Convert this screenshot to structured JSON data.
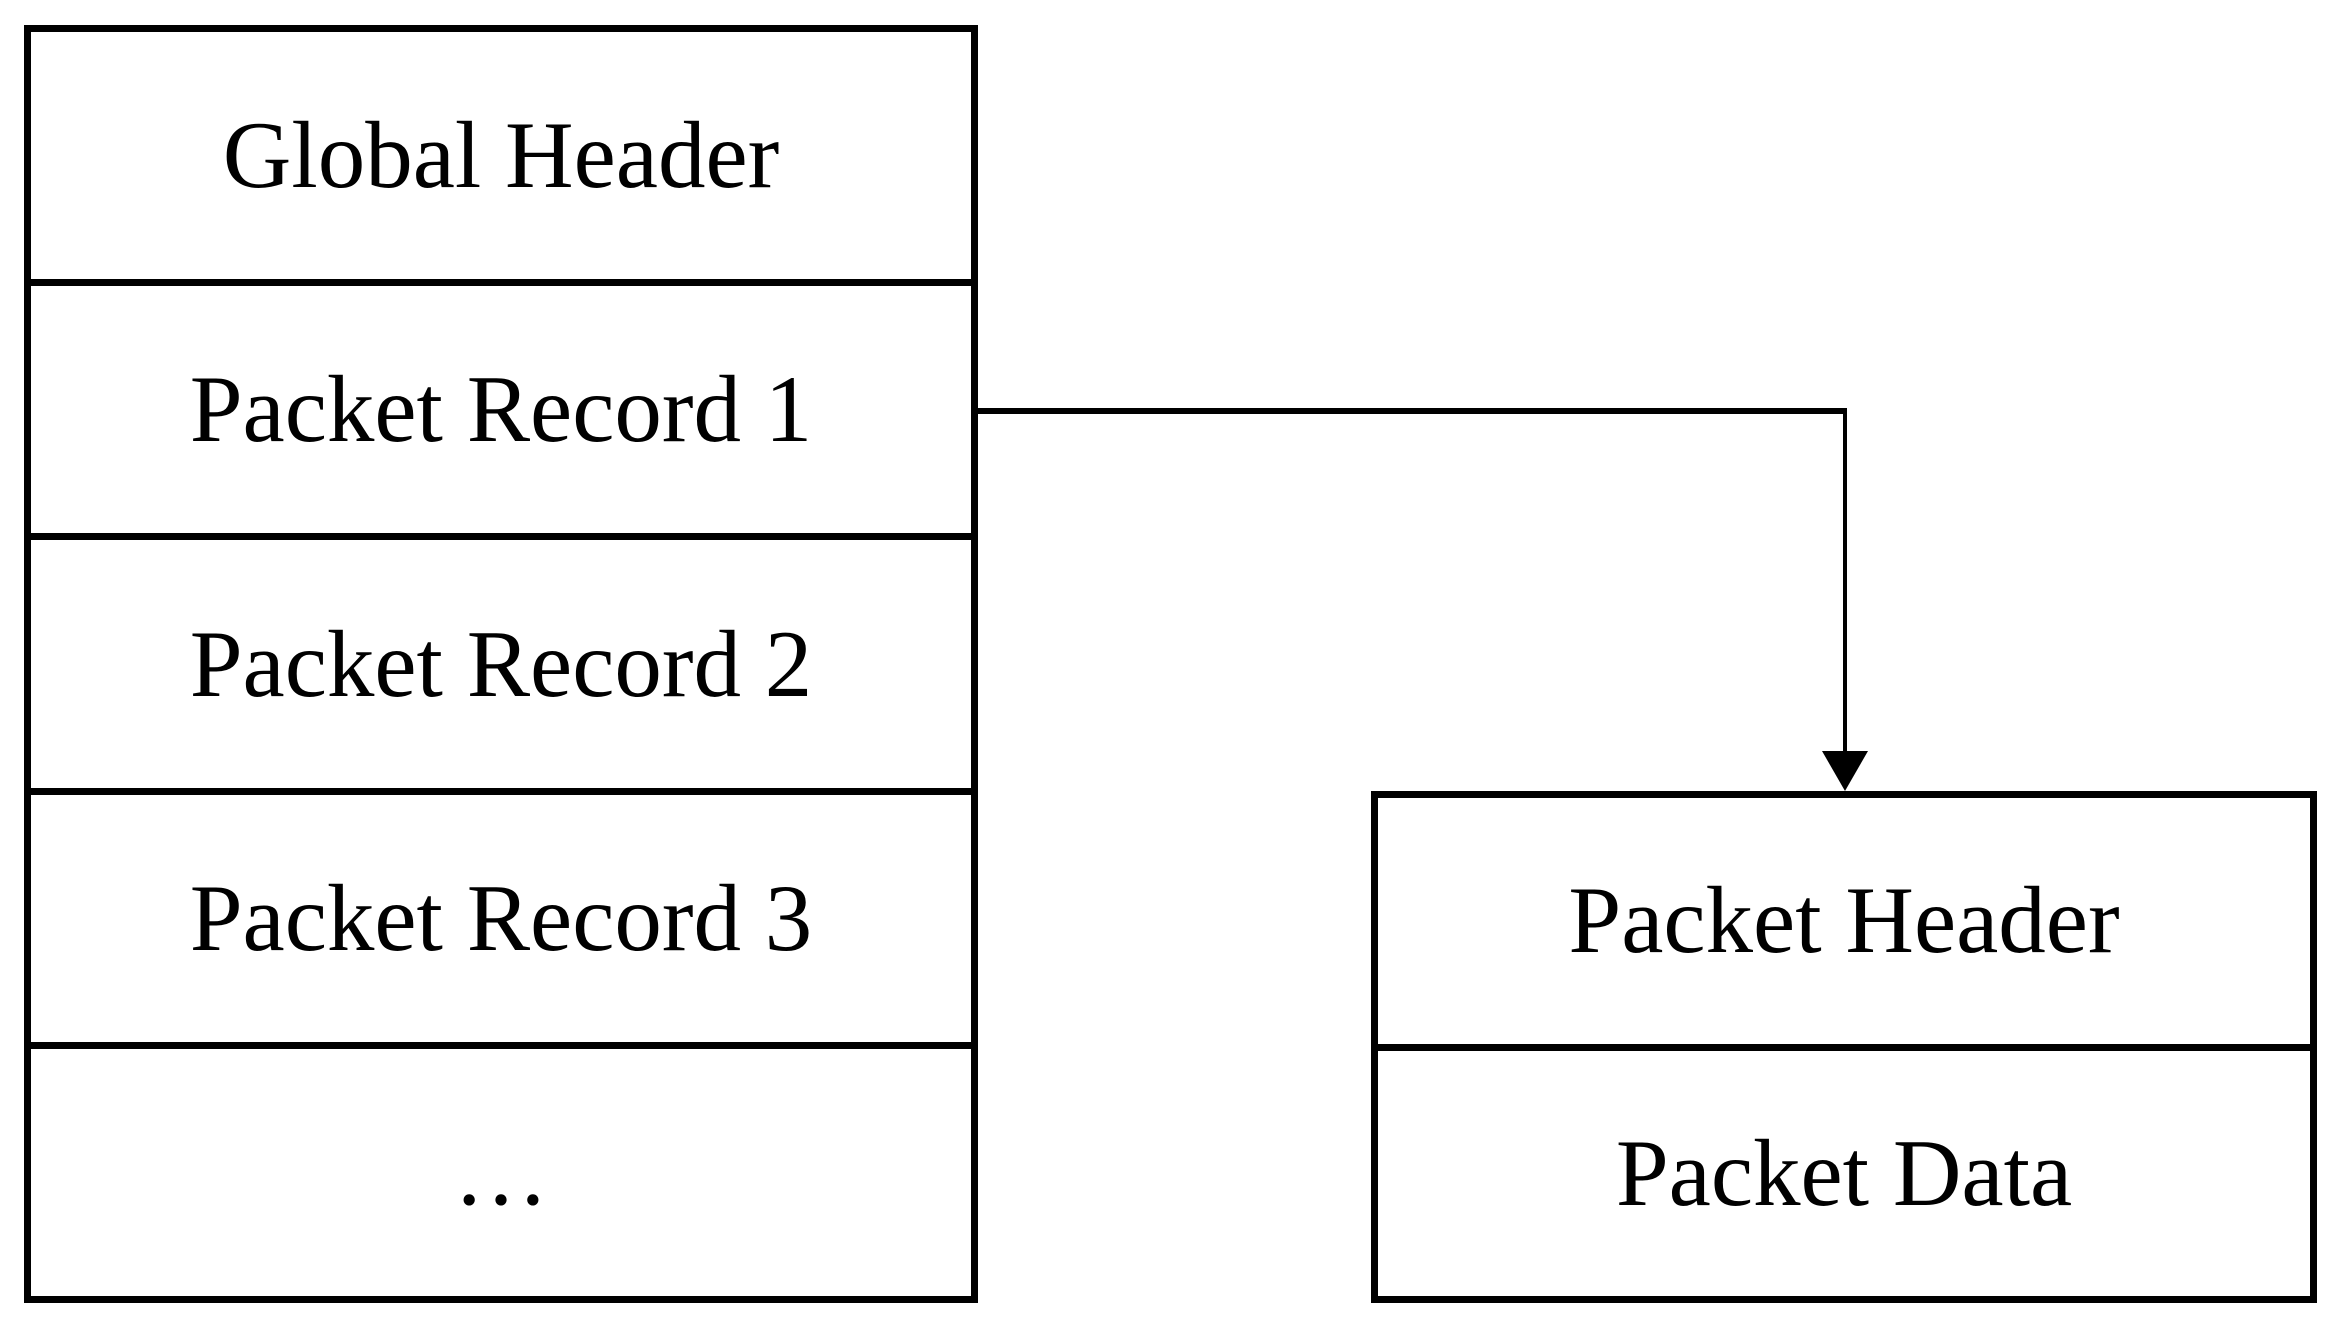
{
  "colors": {
    "line": "#000000",
    "background": "#ffffff"
  },
  "file_box": {
    "rows": [
      {
        "label": "Global Header"
      },
      {
        "label": "Packet Record 1"
      },
      {
        "label": "Packet Record 2"
      },
      {
        "label": "Packet Record 3"
      },
      {
        "label": "…"
      }
    ]
  },
  "packet_box": {
    "rows": [
      {
        "label": "Packet Header"
      },
      {
        "label": "Packet Data"
      }
    ]
  },
  "connector": {
    "from": "Packet Record 1",
    "to": "Packet Header"
  }
}
